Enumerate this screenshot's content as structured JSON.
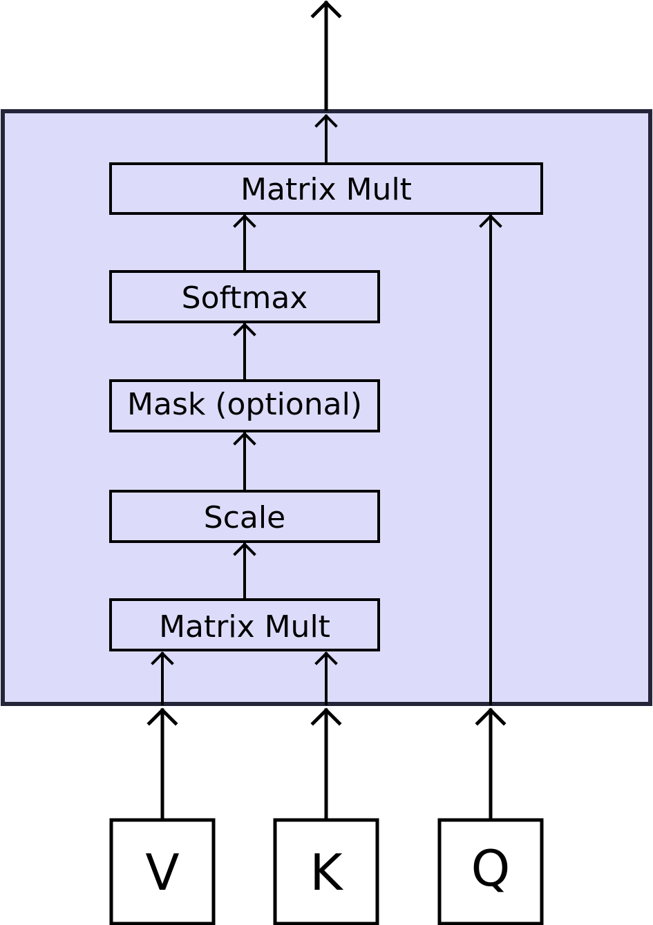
{
  "colors": {
    "container_fill": "#dcdcfa",
    "container_stroke": "#25253a",
    "line": "#000000",
    "box_fill": "#dcdcfa",
    "input_fill": "#ffffff"
  },
  "blocks": {
    "matmul_top": "Matrix Mult",
    "softmax": "Softmax",
    "mask": "Mask (optional)",
    "scale": "Scale",
    "matmul_bottom": "Matrix Mult"
  },
  "inputs": {
    "v": "V",
    "k": "K",
    "q": "Q"
  }
}
